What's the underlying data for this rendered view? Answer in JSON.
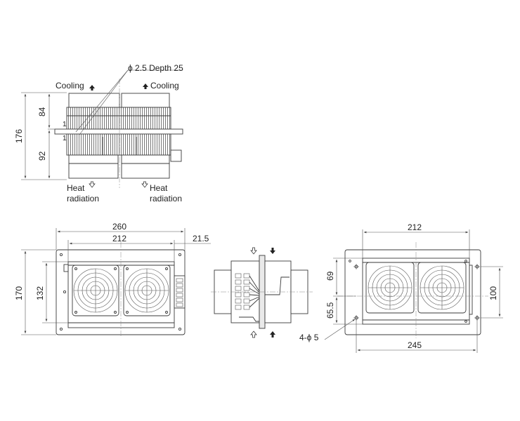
{
  "labels": {
    "hole_spec": "ϕ 2.5 Depth 25",
    "cooling_left": "Cooling",
    "cooling_right": "Cooling",
    "heat_left_1": "Heat",
    "heat_left_2": "radiation",
    "heat_right_1": "Heat",
    "heat_right_2": "radiation",
    "mount_holes": "4-ϕ 5",
    "small_mark_top": "1",
    "small_mark_bottom": "1"
  },
  "dimensions": {
    "side_total_height": "176",
    "side_upper_height": "84",
    "side_lower_height": "92",
    "front_total_width": "260",
    "front_inner_width": "212",
    "front_protrusion": "21.5",
    "front_total_height": "170",
    "front_inner_height": "132",
    "back_inner_width": "212",
    "back_upper_offset": "69",
    "back_lower_offset": "65.5",
    "back_hole_pitch": "100",
    "back_total_width": "245"
  },
  "icons": {
    "fan": "fan-grille-icon",
    "arrow_up_filled": "arrow-up-filled-icon",
    "arrow_down_hollow": "arrow-down-hollow-icon"
  },
  "colors": {
    "line": "#3a3a3a",
    "text": "#222222",
    "background": "#ffffff"
  }
}
